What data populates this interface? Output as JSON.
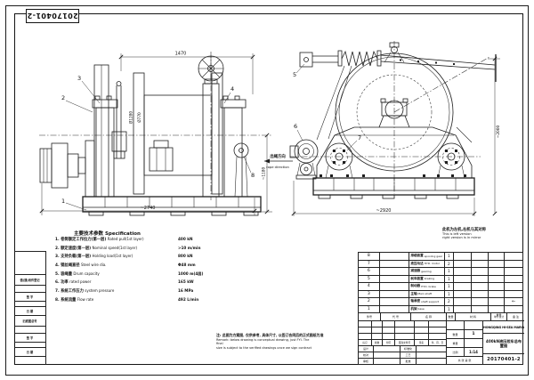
{
  "sheet": {
    "stamp_number": "20170401-2",
    "mirror_note_zh": "此机为左机,右机与其对称",
    "mirror_note_en1": "This is left version",
    "mirror_note_en2": "right version is in mirror"
  },
  "left_strip": {
    "labels": [
      "借(通)用件登记",
      "签 字",
      "日 期",
      "旧底图总号",
      "签 字",
      "日 期"
    ]
  },
  "spec": {
    "title_zh": "主要技术参数",
    "title_en": "Specification",
    "items": [
      {
        "label_zh": "1. 卷筒额定工作拉力(第一层)",
        "label_en": "Rated pull(1st layer)",
        "value": "400 kN"
      },
      {
        "label_zh": "2. 额定速度(第一层)",
        "label_en": "Nominal speed(1st layer)",
        "value": ">10 m/min"
      },
      {
        "label_zh": "3. 支持负载(第一层)",
        "label_en": "Holding load(1st layer)",
        "value": "800 kN"
      },
      {
        "label_zh": "4. 钢丝绳直径",
        "label_en": "Steel wire dia.",
        "value": "Φ48 mm"
      },
      {
        "label_zh": "5. 容绳量",
        "label_en": "Drum capacity",
        "value": "1000 m(4层)"
      },
      {
        "label_zh": "6. 功率",
        "label_en": "rated power",
        "value": "165 kW"
      },
      {
        "label_zh": "7. 系统工作压力",
        "label_en": "system pressure",
        "value": "16 MPa"
      },
      {
        "label_zh": "8. 系统流量",
        "label_en": "Flow rate",
        "value": "492 L/min"
      }
    ],
    "note_zh": "注: 此图为方案图, 仅供参考, 具体尺寸, 以签订合同后的正式图纸为准",
    "note_en1": "Remark: below drawing is conceptual drawing, just FYI. The final",
    "note_en2": "size is subject to the verified drawings once we sign contract"
  },
  "bom": {
    "rows": [
      {
        "no": "8",
        "name_zh": "排缆装置",
        "name_en": "spooling gear",
        "qty": "1",
        "remark": ""
      },
      {
        "no": "7",
        "name_zh": "液压马达",
        "name_en": "HYD. motor",
        "qty": "2",
        "remark": ""
      },
      {
        "no": "6",
        "name_zh": "减速器",
        "name_en": "gearing",
        "qty": "1",
        "remark": ""
      },
      {
        "no": "5",
        "name_zh": "刹车装置",
        "name_en": "braking",
        "qty": "1",
        "remark": ""
      },
      {
        "no": "4",
        "name_zh": "制动器",
        "name_en": "HYD. brake",
        "qty": "1",
        "remark": ""
      },
      {
        "no": "3",
        "name_zh": "主轴",
        "name_en": "Main shaft",
        "qty": "1",
        "remark": ""
      },
      {
        "no": "2",
        "name_zh": "轴承座",
        "name_en": "shaft support",
        "qty": "2",
        "remark": "←"
      },
      {
        "no": "1",
        "name_zh": "机架",
        "name_en": "base",
        "qty": "1",
        "remark": ""
      }
    ],
    "header": {
      "no": "件号",
      "code": "代 号",
      "name": "名 称",
      "qty": "数量",
      "material": "材 料",
      "weight": "重量",
      "weight_sub": "单件 总计",
      "remark": "备 注"
    }
  },
  "title_block": {
    "company": "CHONGQING HI-SEA MARINE",
    "drawing_title": "400kN液压绞车总布置图",
    "drawing_number": "20170401-2",
    "qty_label": "数量",
    "qty": "1",
    "weight_label": "重量",
    "weight": "",
    "scale_label": "比例",
    "scale": "1:14",
    "sheets_label": "共 张 第 张",
    "rev_headers": [
      "标记",
      "处数",
      "分区",
      "更改文件号",
      "签名",
      "年、月、日"
    ],
    "sign_left": [
      "设计",
      "校对",
      "审核"
    ],
    "sign_right": [
      "标准化",
      "工艺",
      "批准"
    ]
  },
  "drawing": {
    "left_view": {
      "dim_top": "1470",
      "dim_bottom": "~2740",
      "dim_height": "~1180",
      "dim_flange": "Ø1280",
      "dim_barrel": "Ø770",
      "parts": {
        "p1": "1",
        "p2": "2",
        "p3": "3",
        "p4": "4",
        "p8": "8"
      }
    },
    "right_view": {
      "dim_bottom": "~2920",
      "dim_height": "~2000",
      "rope_zh": "出绳方向",
      "rope_en": "rope direction",
      "parts": {
        "p5": "5",
        "p6": "6",
        "p7": "7"
      }
    }
  }
}
